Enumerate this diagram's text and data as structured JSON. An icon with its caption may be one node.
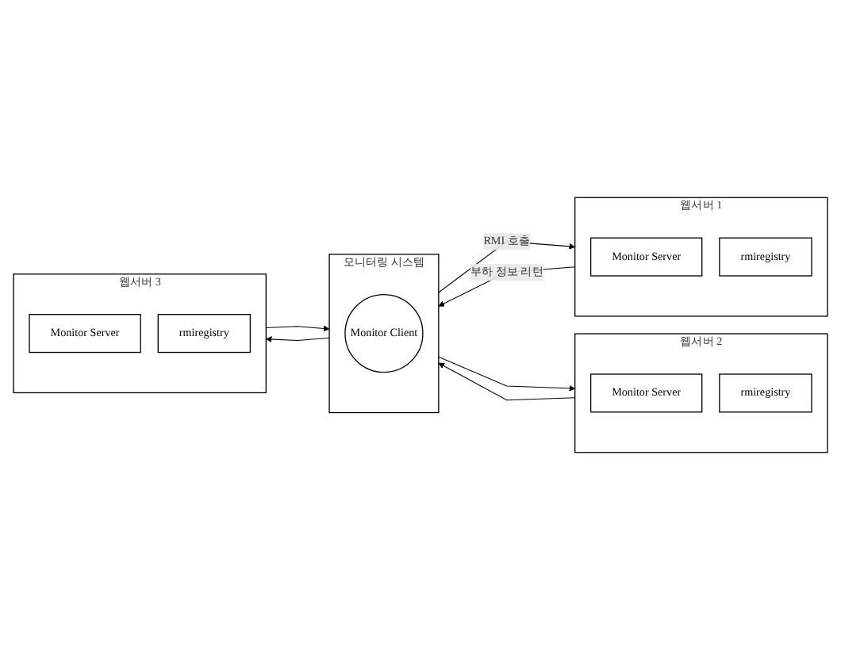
{
  "diagram": {
    "nodes": [
      {
        "text": [
          "모니터링 시스템"
        ]
      },
      {
        "text": [
          "Monitor Client"
        ],
        "in": 0
      },
      {
        "text": [
          "웹서버 1"
        ]
      },
      {
        "text": [
          "Monitor Server"
        ],
        "in": 2
      },
      {
        "text": [
          "rmiregistry"
        ],
        "in": 2
      },
      {
        "text": [
          "웹서버 2"
        ]
      },
      {
        "text": [
          "Monitor Server"
        ],
        "in": 5
      },
      {
        "text": [
          "rmiregistry"
        ],
        "in": 5
      },
      {
        "text": [
          "웹서버 3"
        ]
      },
      {
        "text": [
          "Monitor Server"
        ],
        "in": 8
      },
      {
        "text": [
          "rmiregistry"
        ],
        "in": 8
      }
    ],
    "edges": [
      {
        "from": 0,
        "to": 2,
        "arrow": "to",
        "label": "RMI 호출"
      },
      {
        "from": 2,
        "to": 0,
        "arrow": "to",
        "label": "부하 정보 리턴"
      },
      {
        "from": 0,
        "to": 5,
        "arrow": "to"
      },
      {
        "from": 5,
        "to": 0,
        "arrow": "to"
      },
      {
        "from": 0,
        "to": 8,
        "arrow": "to"
      },
      {
        "from": 8,
        "to": 0,
        "arrow": "to"
      }
    ]
  }
}
